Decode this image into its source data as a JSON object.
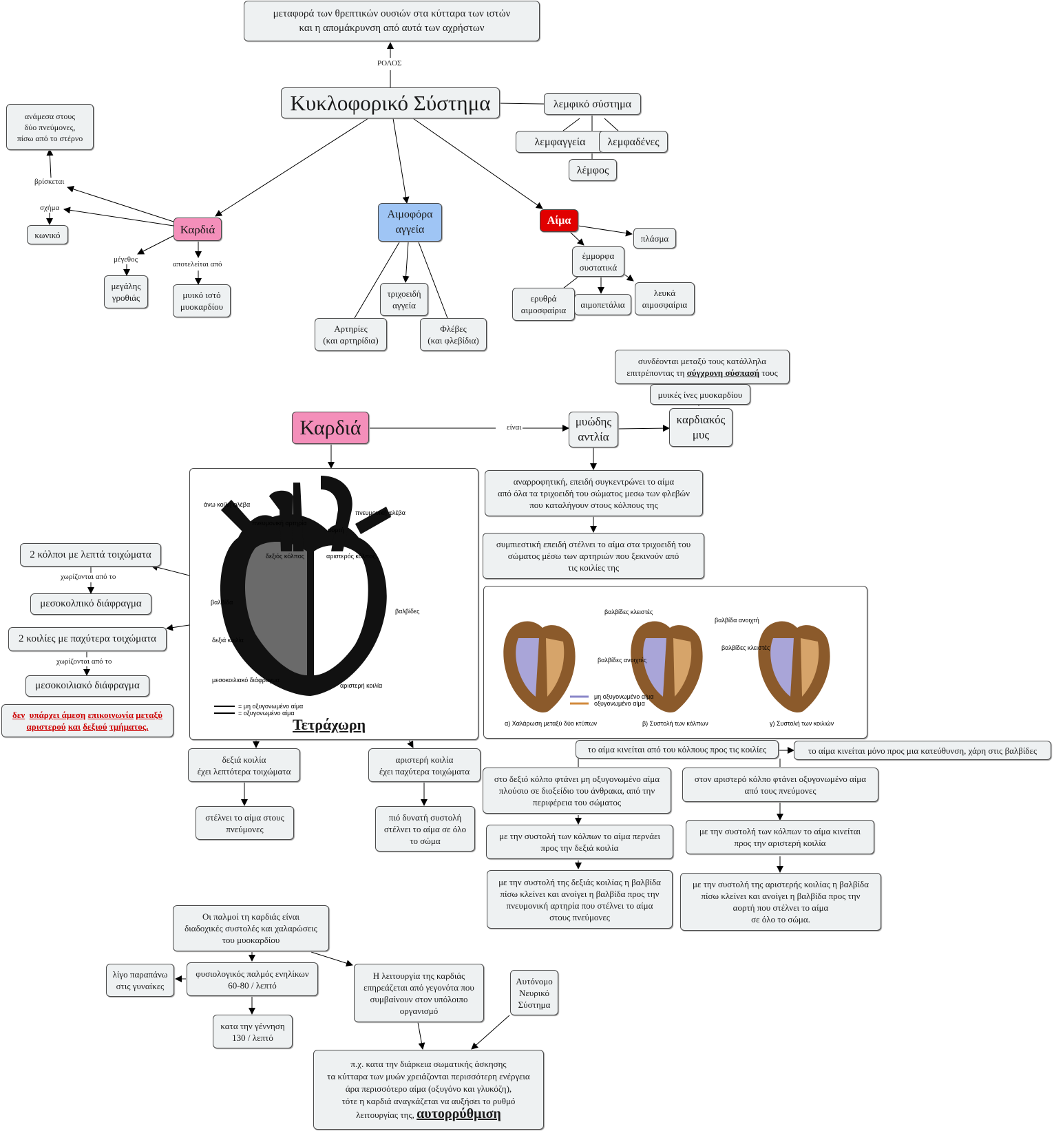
{
  "top": {
    "role_box": [
      "μεταφορά των θρεπτικών ουσιών στα κύτταρα των ιστών",
      "και η απομάκρυνση από αυτά των αχρήστων"
    ],
    "role_label": "ΡΟΛΟΣ",
    "title": "Κυκλοφορικό Σύστημα",
    "lymph": "λεμφικό σύστημα",
    "lymph_vessels": "λεμφαγγεία",
    "lymph_nodes": "λεμφαδένες",
    "lymph_fluid": "λέμφος",
    "heart": "Καρδιά",
    "located_label": "βρίσκεται",
    "located": [
      "ανάμεσα στους",
      "δύο πνεύμονες,",
      "πίσω από το στέρνο"
    ],
    "shape_label": "σχήμα",
    "shape": "κωνικό",
    "size_label": "μέγεθος",
    "size": [
      "μεγάλης",
      "γροθιάς"
    ],
    "made_of_label": "αποτελείται από",
    "made_of": [
      "μυικό ιστό",
      "μυοκαρδίου"
    ],
    "vessels": [
      "Αιμοφόρα",
      "αγγεία"
    ],
    "capillaries": [
      "τριχοειδή",
      "αγγεία"
    ],
    "arteries": [
      "Αρτηρίες",
      "(και αρτηρίδια)"
    ],
    "veins": [
      "Φλέβες",
      "(και φλεβίδια)"
    ],
    "blood": "Αίμα",
    "plasma": "πλάσμα",
    "formed": [
      "έμμορφα",
      "συστατικά"
    ],
    "red_cells": [
      "ερυθρά",
      "αιμοσφαίρια"
    ],
    "platelets": "αιμοπετάλια",
    "white_cells": [
      "λευκά",
      "αιμοσφαίρια"
    ]
  },
  "heart_section": {
    "title": "Καρδιά",
    "is_label": "είναι",
    "pump": [
      "μυώδης",
      "αντλία"
    ],
    "muscle": [
      "καρδιακός",
      "μυς"
    ],
    "fibers": "μυικές ίνες μυοκαρδίου",
    "sync": [
      "συνδέονται μεταξύ τους κατάλληλα",
      "επιτρέποντας τη",
      "σύγχρονη σύσπασή",
      "τους"
    ],
    "suction": [
      "αναρροφητική, επειδή συγκεντρώνει το αίμα",
      "από όλα τα τριχοειδή του σώματος μεσω των φλεβών",
      "που καταλήγουν στους κόλπους της"
    ],
    "compress": [
      "συμπιεστική επειδή στέλνει το αίμα στα τριχοειδή του",
      "σώματος μέσω των αρτηριών που ξεκινούν από",
      "τις κοιλίες της"
    ],
    "atria": "2 κόλποι με λεπτά τοιχώματα",
    "separated1": "χωρίζονται από το",
    "interatrial": "μεσοκολπικό διάφραγμα",
    "ventricles": "2 κοιλίες με παχύτερα τοιχώματα",
    "separated2": "χωρίζονται από το",
    "interventricular": "μεσοκοιλιακό διάφραγμα",
    "no_comm": [
      "δεν",
      "υπάρχει άμεση",
      "επικοινωνία",
      "μεταξύ",
      "αριστερού",
      "και",
      "δεξιού",
      "τμήματος."
    ],
    "four_chambers": "Τετράχωρη",
    "right_ventricle": [
      "δεξιά κοιλία",
      "έχει λεπτότερα τοιχώματα"
    ],
    "left_ventricle": [
      "αριστερή κοιλία",
      "έχει παχύτερα τοιχώματα"
    ],
    "to_lungs": [
      "στέλνει το αίμα στους",
      "πνεύμονες"
    ],
    "to_body": [
      "πιό δυνατή συστολή",
      "στέλνει το αίμα σε όλο",
      "το σώμα"
    ]
  },
  "diagram1": {
    "labels": [
      "άνω κοίλη φλέβα",
      "πνευμονική αρτηρία",
      "αορτή",
      "πνευμονική φλέβα",
      "δεξιός κόλπος",
      "αριστερός κόλπος",
      "βαλβίδα",
      "βαλβίδες",
      "δεξιά κοιλία",
      "μεσοκοιλιακό διάφραγμα",
      "αριστερή κοιλία"
    ],
    "legend": [
      "= μη οξυγονωμένο αίμα",
      "= οξυγονωμένο αίμα"
    ]
  },
  "diagram2": {
    "labels": [
      "βαλβίδες κλειστές",
      "βαλβίδες ανοιχτές",
      "βαλβίδα ανοιχτή",
      "βαλβίδες κλειστές"
    ],
    "legend": [
      "μη οξυγονωμένο αίμα",
      "οξυγονωμένο αίμα"
    ],
    "captions": [
      "α) Χαλάρωση μεταξύ δύο κτύπων",
      "β) Συστολή των κόλπων",
      "γ) Συστολή των κοιλιών"
    ],
    "colors": {
      "oxygen_poor": "#8a86c8",
      "oxygen_rich": "#d28a3c",
      "wall": "#8b5a2b"
    }
  },
  "flow": {
    "atria_to_ventricles": "το αίμα κινείται από του κόλπους προς τις κοιλίες",
    "one_way": "το αίμα κινείται μόνο προς μια κατεύθυνση, χάρη στις βαλβίδες",
    "right_in": [
      "στο δεξιό κόλπο φτάνει μη οξυγονωμένο αίμα",
      "πλούσιο σε διοξείδιο του άνθρακα, από την",
      "περιφέρεια του σώματος"
    ],
    "right_systole": [
      "με την συστολή των κόλπων το αίμα περνάει",
      "προς την δεξιά κοιλία"
    ],
    "right_vent": [
      "με την συστολή της δεξιάς κοιλίας η βαλβίδα",
      "πίσω κλείνει και ανοίγει η βαλβίδα προς την",
      "πνευμονική αρτηρία που στέλνει το αίμα",
      "στους πνεύμονες"
    ],
    "left_in": [
      "στον αριστερό κόλπο φτάνει οξυγονωμένο αίμα",
      "από τους πνεύμονες"
    ],
    "left_systole": [
      "με την συστολή των κόλπων το αίμα κινείται",
      "προς την αριστερή κοιλία"
    ],
    "left_vent": [
      "με την συστολή της αριστερής κοιλίας η βαλβίδα",
      "πίσω κλείνει και ανοίγει η βαλβίδα προς την",
      "αορτή που στέλνει το αίμα",
      "σε όλο το σώμα."
    ]
  },
  "pulse": {
    "beats": [
      "Οι παλμοί τη καρδιάς είναι",
      "διαδοχικές συστολές και χαλαρώσεις",
      "του μυοκαρδίου"
    ],
    "women": [
      "λίγο παραπάνω",
      "στις γυναίκες"
    ],
    "normal": [
      "φυσιολογικός παλμός ενηλίκων",
      "60-80 / λεπτό"
    ],
    "birth": [
      "κατα την γέννηση",
      "130 / λεπτό"
    ],
    "function": [
      "Η λειτουργία της καρδιάς",
      "επηρεάζεται από γεγονότα που",
      "συμβαίνουν στον υπόλοιπο",
      "οργανισμό"
    ],
    "ans": [
      "Αυτόνομο",
      "Νευρικό",
      "Σύστημα"
    ],
    "exercise": [
      "π.χ. κατα την διάρκεια σωματικής άσκησης",
      "τα κύτταρα των μυών χρειάζονται περισσότερη ενέργεια",
      "άρα περισσότερο αίμα (οξυγόνο και γλυκόζη),",
      "τότε η καρδιά αναγκάζεται να αυξήσει το ρυθμό",
      "λειτουργίας της,",
      "αυτορρύθμιση"
    ]
  }
}
